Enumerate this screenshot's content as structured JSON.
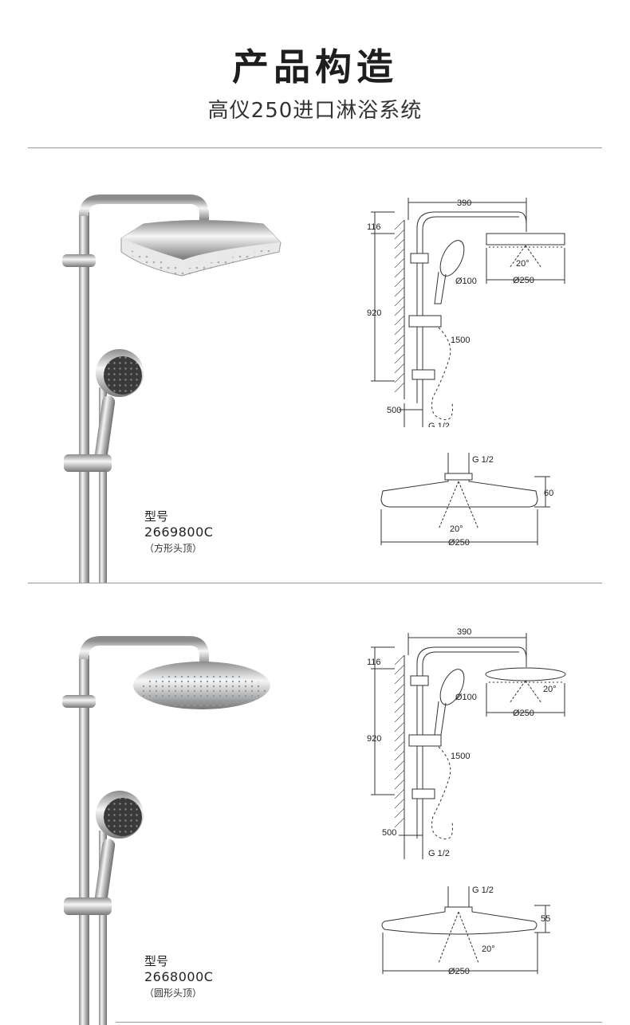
{
  "header": {
    "title": "产品构造",
    "subtitle": "高仪250进口淋浴系统"
  },
  "products": [
    {
      "model_label": "型号",
      "model_code": "2669800C",
      "model_note": "（方形头顶）",
      "dims": {
        "width": "390",
        "top": "116",
        "height": "920",
        "hose": "1500",
        "bottom": "500",
        "hand": "Ø100",
        "head": "Ø250",
        "angle": "20°",
        "thread": "G 1/2",
        "head_thickness": "60"
      }
    },
    {
      "model_label": "型号",
      "model_code": "2668000C",
      "model_note": "（圆形头顶）",
      "dims": {
        "width": "390",
        "top": "116",
        "height": "920",
        "hose": "1500",
        "bottom": "500",
        "hand": "Ø100",
        "head": "Ø250",
        "angle": "20°",
        "thread": "G 1/2",
        "head_thickness": "55"
      }
    }
  ]
}
